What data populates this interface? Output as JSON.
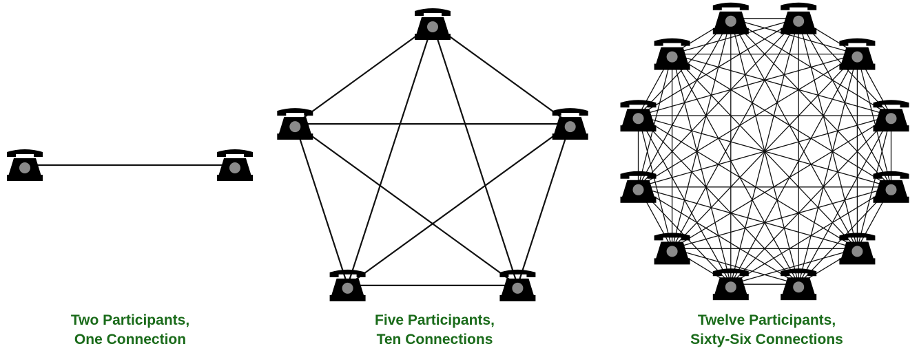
{
  "colors": {
    "caption": "#1a6b1a",
    "line": "#111111",
    "phone": "#000000",
    "dial": "#8a8a8a"
  },
  "icon": "telephone-icon",
  "panels": [
    {
      "id": "two",
      "participants": 2,
      "connections": 1,
      "caption_line1": "Two Participants,",
      "caption_line2": "One Connection"
    },
    {
      "id": "five",
      "participants": 5,
      "connections": 10,
      "caption_line1": "Five Participants,",
      "caption_line2": "Ten Connections"
    },
    {
      "id": "twelve",
      "participants": 12,
      "connections": 66,
      "caption_line1": "Twelve Participants,",
      "caption_line2": "Sixty-Six Connections"
    }
  ]
}
